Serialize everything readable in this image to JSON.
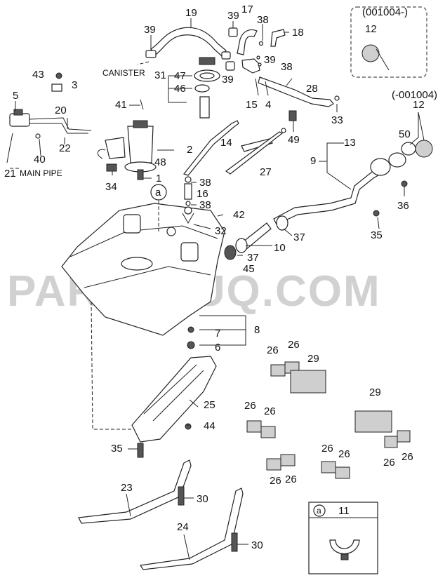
{
  "watermark": "PARTSOUQ.COM",
  "notes": {
    "canister": "CANISTER",
    "main_pipe": "MAIN PIPE",
    "variant_new": "(001004-)",
    "variant_old": "(-001004)",
    "circle_a": "a"
  },
  "callouts": {
    "c1": "1",
    "c2": "2",
    "c3": "3",
    "c4": "4",
    "c5": "5",
    "c6": "6",
    "c7": "7",
    "c8": "8",
    "c9": "9",
    "c10": "10",
    "c11": "11",
    "c12_new": "12",
    "c12_old": "12",
    "c13": "13",
    "c14": "14",
    "c15": "15",
    "c16": "16",
    "c17": "17",
    "c18": "18",
    "c19": "19",
    "c20": "20",
    "c21": "21",
    "c22": "22",
    "c23": "23",
    "c24": "24",
    "c25": "25",
    "c26a": "26",
    "c26b": "26",
    "c26c": "26",
    "c26d": "26",
    "c26e": "26",
    "c26f": "26",
    "c26g": "26",
    "c26h": "26",
    "c26i": "26",
    "c26j": "26",
    "c27": "27",
    "c28": "28",
    "c29a": "29",
    "c29b": "29",
    "c30a": "30",
    "c30b": "30",
    "c31": "31",
    "c32": "32",
    "c33": "33",
    "c34": "34",
    "c35a": "35",
    "c35b": "35",
    "c36": "36",
    "c37a": "37",
    "c37b": "37",
    "c38a": "38",
    "c38b": "38",
    "c38c": "38",
    "c38d": "38",
    "c39a": "39",
    "c39b": "39",
    "c39c": "39",
    "c39d": "39",
    "c40": "40",
    "c41": "41",
    "c42": "42",
    "c43": "43",
    "c44": "44",
    "c45": "45",
    "c46": "46",
    "c47": "47",
    "c48": "48",
    "c49": "49",
    "c50": "50"
  }
}
